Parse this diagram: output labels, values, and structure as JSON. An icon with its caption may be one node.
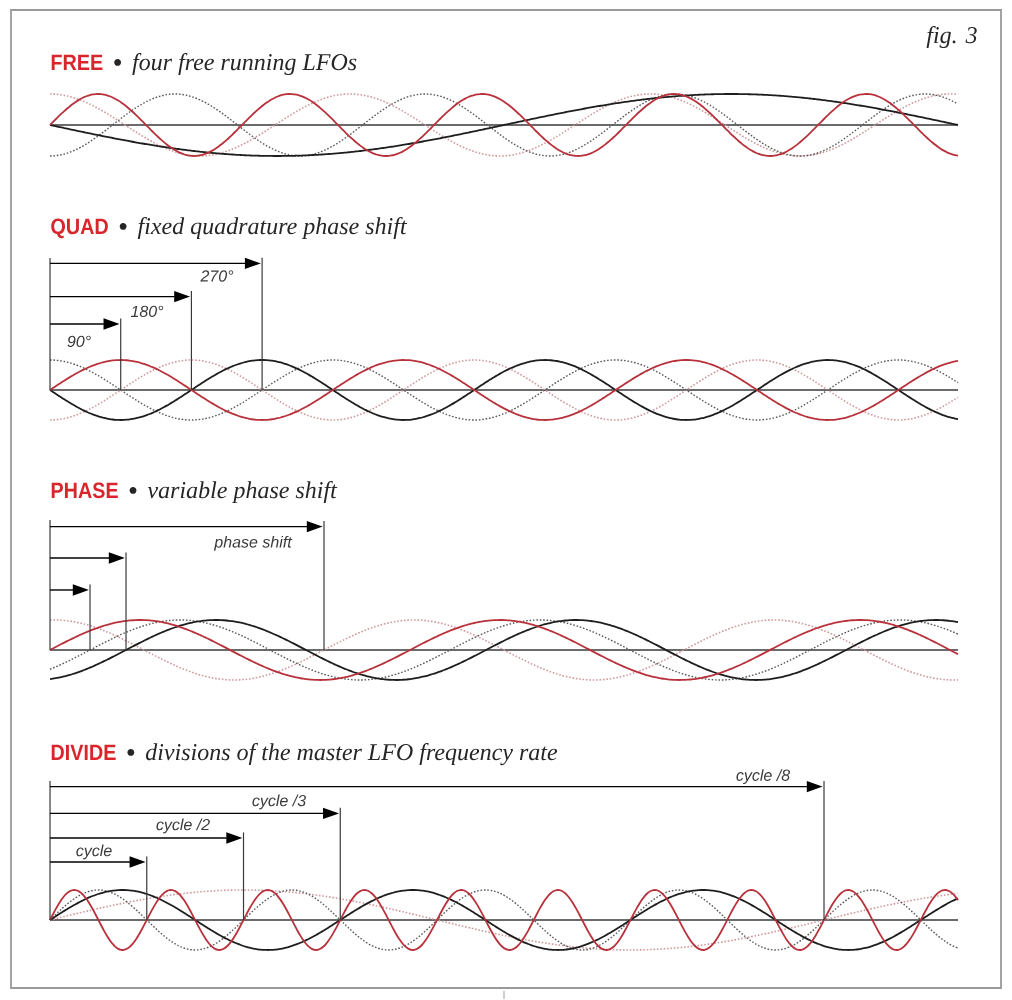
{
  "diagram": {
    "labels": [
      "fig. 3",
      "FREE",
      "four free running LFOs",
      "QUAD",
      "fixed quadrature phase shift",
      "270°",
      "180°",
      "90°",
      "PHASE",
      "variable phase shift",
      "phase shift",
      "DIVIDE",
      "divisions of the master LFO frequency rate",
      "cycle /8",
      "cycle /3",
      "cycle /2",
      "cycle"
    ]
  }
}
